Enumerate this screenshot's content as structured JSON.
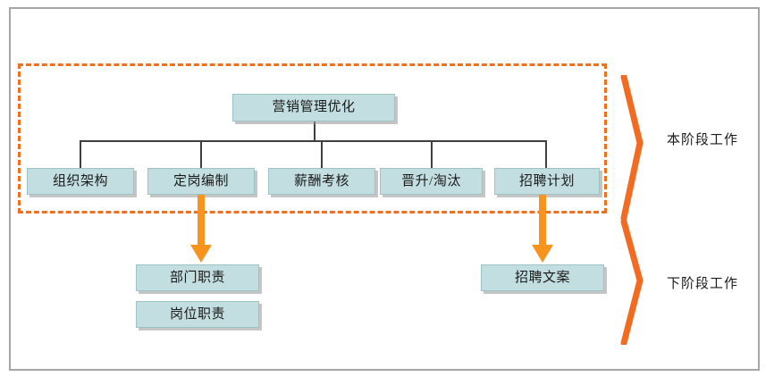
{
  "diagram": {
    "title_region": {
      "phase_one_label": "本阶段工作",
      "phase_two_label": "下阶段工作"
    },
    "root": {
      "label": "营销管理优化"
    },
    "level1": [
      {
        "label": "组织架构"
      },
      {
        "label": "定岗编制"
      },
      {
        "label": "薪酬考核"
      },
      {
        "label": "晋升/淘汰"
      },
      {
        "label": "招聘计划"
      }
    ],
    "next_phase": [
      {
        "label": "部门职责"
      },
      {
        "label": "岗位职责"
      },
      {
        "label": "招聘文案"
      }
    ],
    "colors": {
      "node_fill": "#c3dee1",
      "node_border": "#9ec3c7",
      "accent_orange": "#ef7120",
      "connector": "#3f3f3f",
      "frame_gray": "#a6a6a6"
    },
    "icons": {
      "arrow_from_staffing": "down-arrow-icon",
      "arrow_from_recruiting": "down-arrow-icon",
      "brace_phase_one": "chevron-brace-icon",
      "brace_phase_two": "chevron-brace-icon"
    }
  }
}
